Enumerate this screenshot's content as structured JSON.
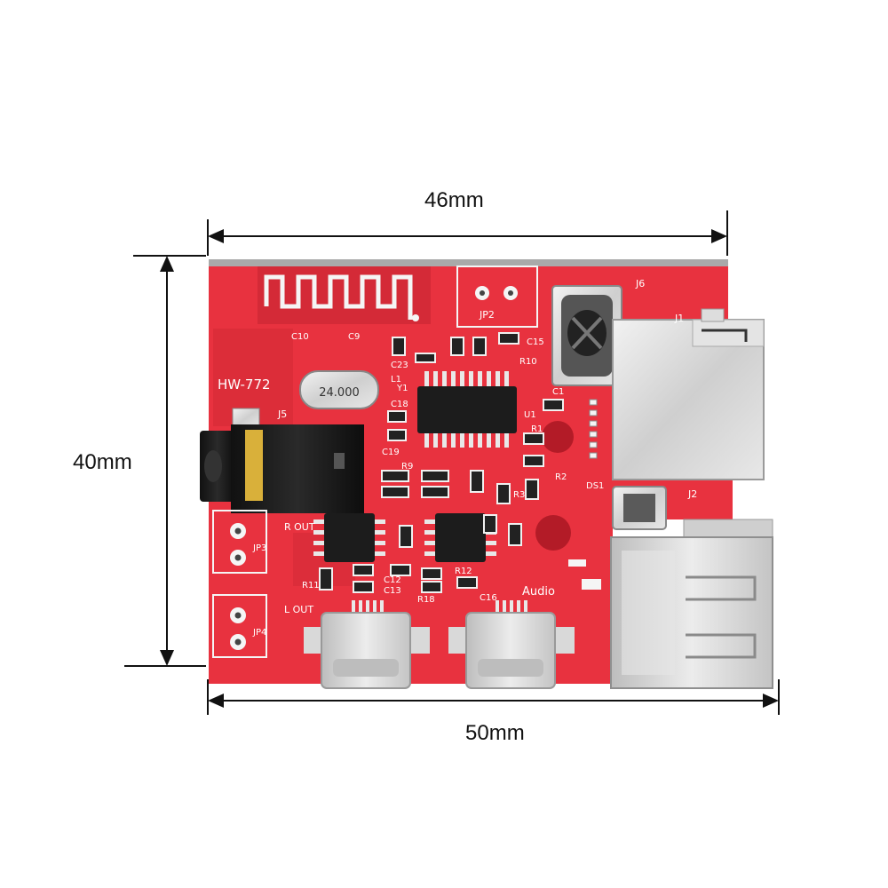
{
  "dimensions": {
    "top_width": "46mm",
    "height": "40mm",
    "bottom_width": "50mm"
  },
  "board": {
    "model": "HW-772",
    "crystal": "24.000",
    "audio_label": "Audio",
    "r_out": "R OUT",
    "l_out": "L OUT",
    "refs": {
      "j6": "J6",
      "jp2": "JP2",
      "j1": "J1",
      "j5": "J5",
      "j2": "J2",
      "jp3": "JP3",
      "jp4": "JP4",
      "c10": "C10",
      "c9": "C9",
      "l1": "L1",
      "c23": "C23",
      "y1": "Y1",
      "c15": "C15",
      "r10": "R10",
      "c1": "C1",
      "u1": "U1",
      "c18": "C18",
      "c19": "C19",
      "r9": "R9",
      "r1": "R1",
      "r2": "R2",
      "r3": "R3",
      "ds1": "DS1",
      "r11": "R11",
      "c12": "C12",
      "c13": "C13",
      "c16": "C16",
      "r18": "R18",
      "r12": "R12"
    }
  },
  "colors": {
    "pcb": "#e8323f",
    "pcb_dark": "#c81e2c",
    "silkscreen": "#ffffff",
    "metal": "#d9d9d9",
    "chip": "#1c1c1c"
  }
}
